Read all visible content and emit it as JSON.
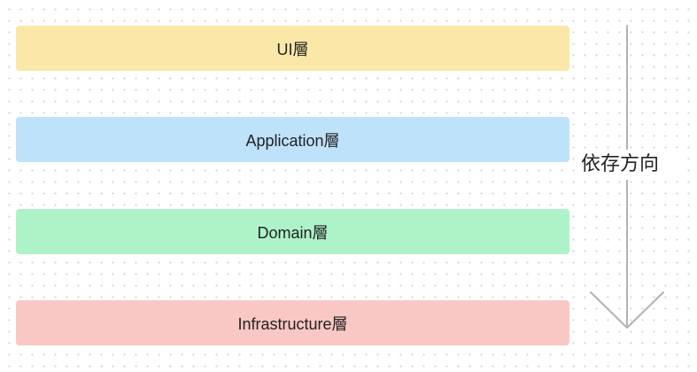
{
  "diagram": {
    "layers": [
      {
        "id": "ui",
        "label": "UI層",
        "color": "#fbe7a8"
      },
      {
        "id": "application",
        "label": "Application層",
        "color": "#bfe2fb"
      },
      {
        "id": "domain",
        "label": "Domain層",
        "color": "#aef2c8"
      },
      {
        "id": "infrastructure",
        "label": "Infrastructure層",
        "color": "#f9c7c4"
      }
    ],
    "direction_label": "依存方向",
    "arrow_color": "#b3b3b3"
  }
}
